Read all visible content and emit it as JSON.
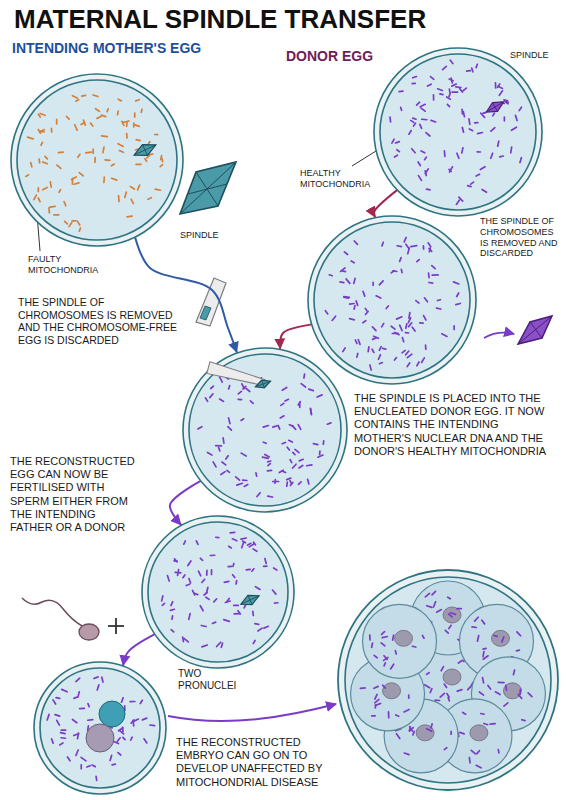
{
  "diagram": {
    "title": "MATERNAL SPINDLE TRANSFER",
    "nodes": [
      {
        "text": [
          "INTENDING MOTHER'S EGG"
        ]
      },
      {
        "text": [
          "DONOR EGG"
        ]
      },
      {
        "text": [
          "THE SPINDLE OF CHROMOSOMES IS REMOVED AND DISCARDED"
        ]
      },
      {
        "text": [
          "THE SPINDLE IS PLACED INTO THE ENUCLEATED DONOR EGG. IT NOW CONTAINS THE INTENDING MOTHER'S NUCLEAR DNA AND THE DONOR'S HEALTHY MITOCHONDRIA"
        ]
      },
      {
        "text": [
          "THE RECONSTRUCTED EGG CAN NOW BE FERTILISED WITH SPERM EITHER FROM THE INTENDING FATHER OR A DONOR"
        ]
      },
      {
        "text": [
          "TWO PRONUCLEI"
        ]
      }
    ],
    "edges": [
      {
        "from": 0,
        "to": 3,
        "arrow": "to"
      },
      {
        "from": 1,
        "to": 2,
        "arrow": "to"
      },
      {
        "from": 2,
        "to": 3,
        "arrow": "to"
      },
      {
        "from": 3,
        "to": 4,
        "arrow": "to"
      },
      {
        "from": 4,
        "to": 5,
        "arrow": "to"
      }
    ],
    "labels": [
      "SPINDLE",
      "FAULTY MITOCHONDRIA",
      "SPINDLE",
      "HEALTHY MITOCHONDRIA",
      "THE SPINDLE OF CHROMOSOMES IS REMOVED AND THE CHROMOSOME-FREE EGG IS DISCARDED",
      "THE RECONSTRUCTED EMBRYO CAN GO ON TO DEVELOP UNAFFECTED BY MITOCHONDRIAL DISEASE"
    ]
  }
}
